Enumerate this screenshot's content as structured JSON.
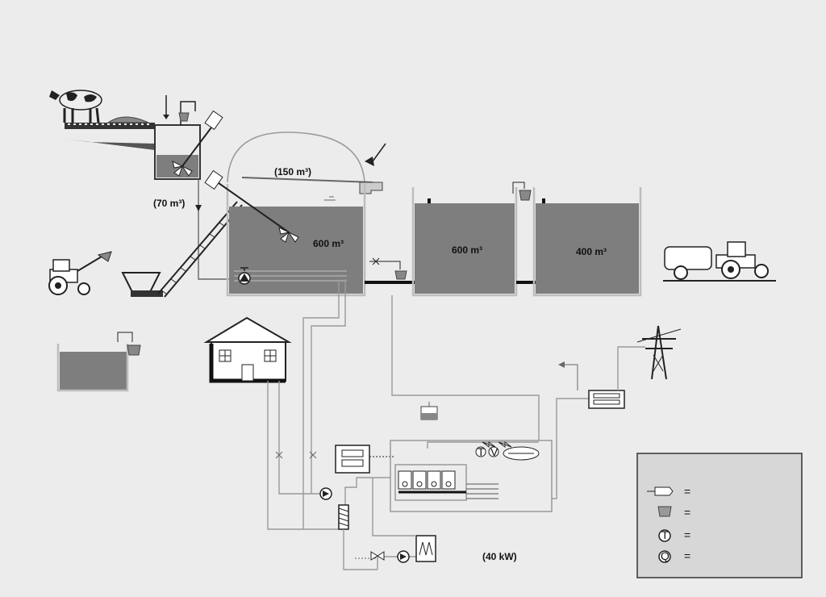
{
  "labels": {
    "digester_volume": "600 m³",
    "storage1_volume": "600 m³",
    "storage2_volume": "400 m³",
    "gas_volume": "(150 m³)",
    "pre_tank_volume": "(70 m³)",
    "power": "(40 kW)"
  },
  "legend": {
    "items": [
      {
        "icon": "injector-icon",
        "text": "="
      },
      {
        "icon": "sample-bucket-icon",
        "text": "="
      },
      {
        "icon": "thermometer-t-icon",
        "text": "="
      },
      {
        "icon": "gas-meter-q-icon",
        "text": "="
      }
    ],
    "t_symbol": "T",
    "q_symbol": "Q",
    "v_symbol": "V"
  },
  "colors": {
    "background": "#ececec",
    "liquid": "#7e7e7e",
    "pipe": "#9a9a9a",
    "legend_bg": "#d7d7d7"
  }
}
